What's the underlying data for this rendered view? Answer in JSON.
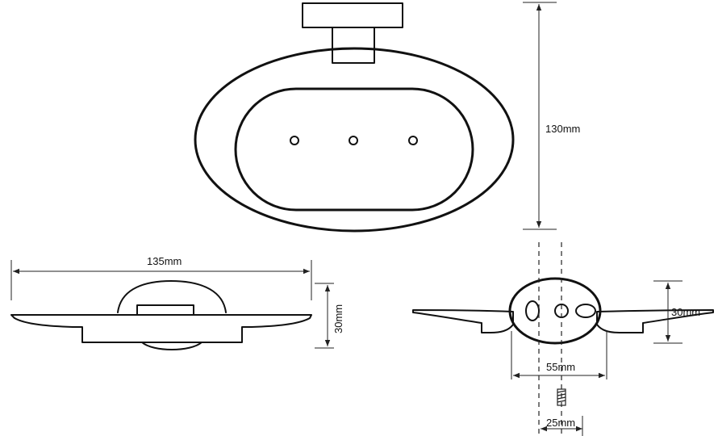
{
  "dimensions": {
    "height_top": "130mm",
    "width_front": "135mm",
    "height_front": "30mm",
    "height_side": "30mm",
    "span_side": "55mm",
    "fastener_span": "25mm"
  },
  "colors": {
    "line": "#111111",
    "background": "#ffffff"
  }
}
